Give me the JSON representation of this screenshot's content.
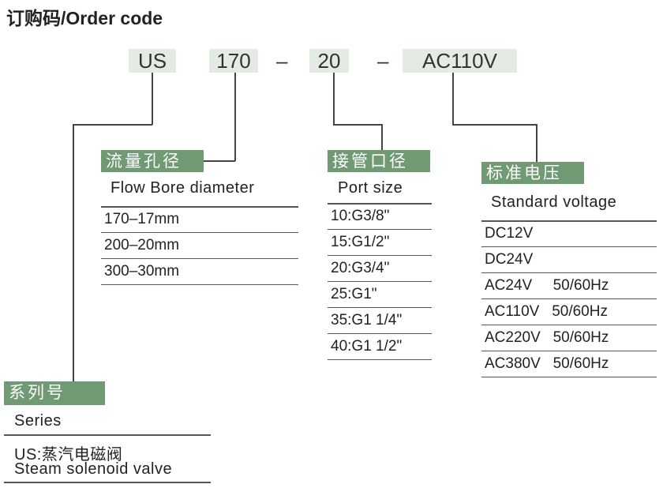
{
  "title": "订购码/Order code",
  "code": {
    "series": "US",
    "bore": "170",
    "sep1": "–",
    "port": "20",
    "sep2": "–",
    "voltage": "AC110V"
  },
  "flow": {
    "label": "流量孔径",
    "header": "Flow Bore  diameter",
    "rows": [
      "170–17mm",
      "200–20mm",
      "300–30mm"
    ]
  },
  "port": {
    "label": "接管口径",
    "header": "Port size",
    "rows": [
      "10:G3/8\"",
      "15:G1/2\"",
      "20:G3/4\"",
      "25:G1\"",
      "35:G1 1/4\"",
      "40:G1 1/2\""
    ]
  },
  "voltage": {
    "label": "标准电压",
    "header": "Standard voltage",
    "rows": [
      "DC12V",
      "DC24V",
      "AC24V     50/60Hz",
      "AC110V   50/60Hz",
      "AC220V   50/60Hz",
      "AC380V   50/60Hz"
    ]
  },
  "series": {
    "label": "系列号",
    "header": "Series",
    "value_cn": "US:蒸汽电磁阀",
    "value_en": "Steam solenoid valve"
  },
  "colors": {
    "label_bg": "#6f9a73",
    "code_bg": "#e3ebe3"
  }
}
